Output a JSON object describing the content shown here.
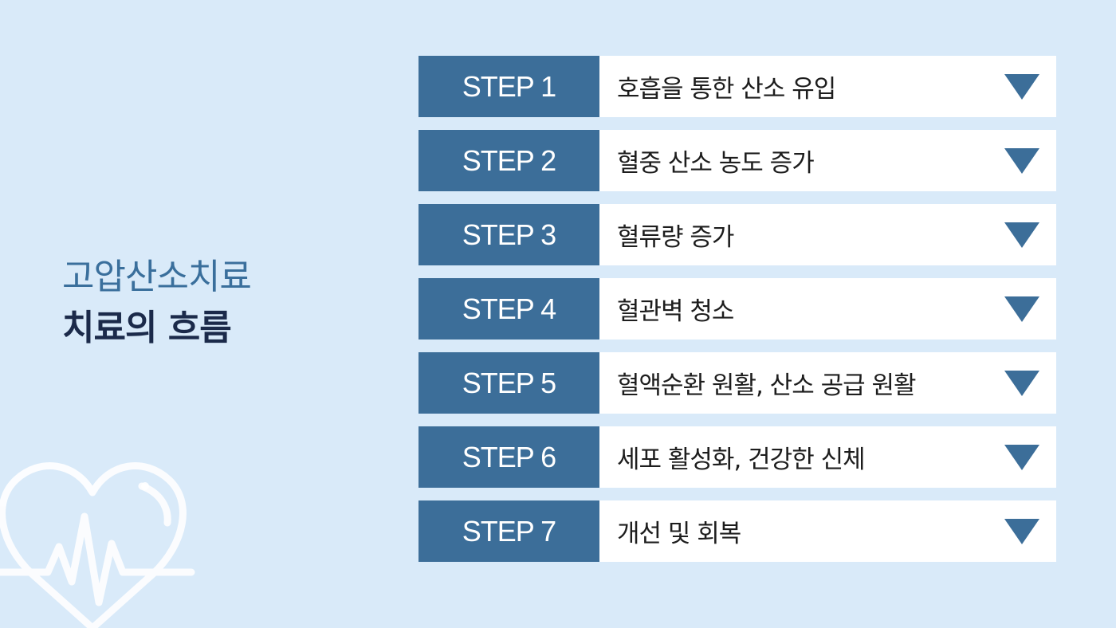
{
  "title": {
    "line1": "고압산소치료",
    "line2": "치료의 흐름"
  },
  "steps": [
    {
      "label": "STEP 1",
      "text": "호흡을 통한 산소 유입"
    },
    {
      "label": "STEP 2",
      "text": "혈중 산소 농도 증가"
    },
    {
      "label": "STEP 3",
      "text": "혈류량 증가"
    },
    {
      "label": "STEP 4",
      "text": "혈관벽 청소"
    },
    {
      "label": "STEP 5",
      "text": "혈액순환 원활, 산소 공급 원활"
    },
    {
      "label": "STEP 6",
      "text": "세포 활성화, 건강한 신체"
    },
    {
      "label": "STEP 7",
      "text": "개선 및 회복"
    }
  ],
  "colors": {
    "background": "#d9eaf9",
    "accent": "#3c6e99",
    "title_primary": "#3a6f9c",
    "title_secondary": "#1b2a4a"
  },
  "icons": {
    "heart": "heart-pulse-icon",
    "arrow": "triangle-down-icon"
  }
}
